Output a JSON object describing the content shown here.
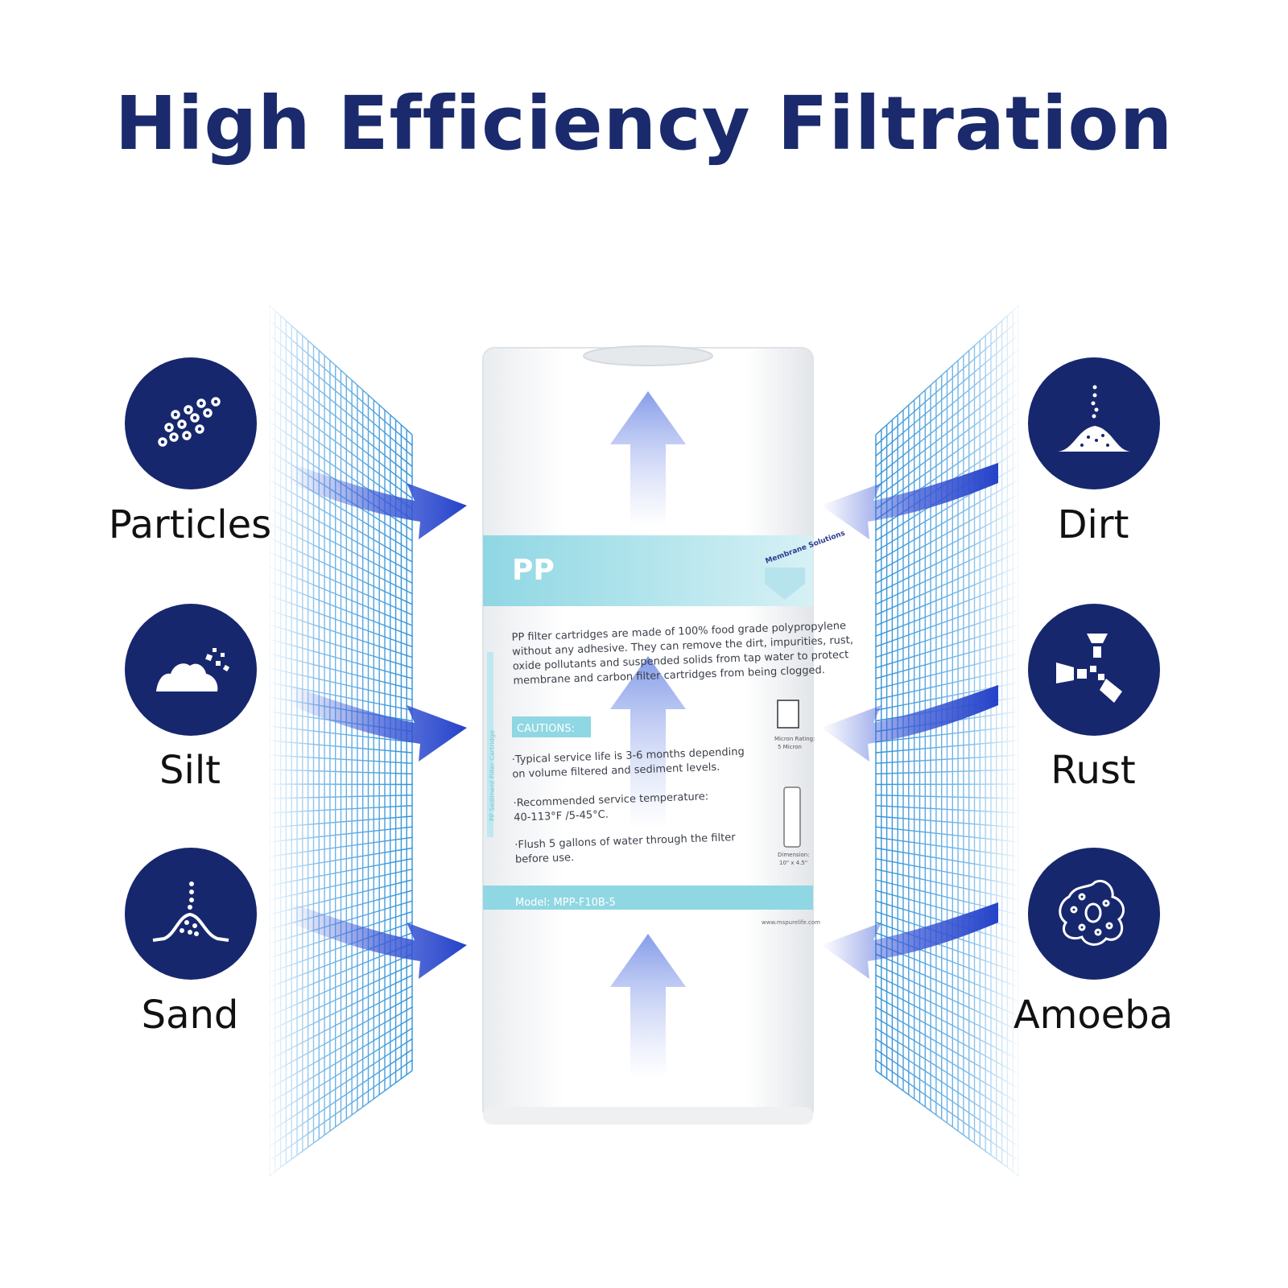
{
  "title": "High Efficiency Filtration",
  "colors": {
    "navy": "#17276e",
    "title": "#1a2a6c",
    "arrow": "#2f4fd0",
    "teal": "#7fd0dd",
    "mesh": "#2a8fd8"
  },
  "left_items": [
    {
      "label": "Particles",
      "icon": "particles-icon"
    },
    {
      "label": "Silt",
      "icon": "silt-icon"
    },
    {
      "label": "Sand",
      "icon": "sand-icon"
    }
  ],
  "right_items": [
    {
      "label": "Dirt",
      "icon": "dirt-icon"
    },
    {
      "label": "Rust",
      "icon": "rust-icon"
    },
    {
      "label": "Amoeba",
      "icon": "amoeba-icon"
    }
  ],
  "cartridge": {
    "type": "PP",
    "brand": "Membrane Solutions",
    "description": [
      "PP filter cartridges are made of 100% food grade polypropylene",
      "without any adhesive. They can remove the dirt, impurities, rust,",
      "oxide pollutants and suspended solids from tap water to protect",
      "membrane and carbon filter cartridges from being clogged."
    ],
    "cautions_title": "CAUTIONS:",
    "cautions": [
      [
        "·Typical service life is 3-6 months depending",
        "on volume filtered and sediment levels."
      ],
      [
        "·Recommended service temperature:",
        "40-113°F /5-45°C."
      ],
      [
        "·Flush 5 gallons of water through the filter",
        "before use."
      ]
    ],
    "side_text": "PP Sediment Filter Cartridge",
    "micron": [
      "Micron Rating:",
      "5 Micron"
    ],
    "dimension": [
      "Dimension:",
      "10\" x 4.5\""
    ],
    "model": "Model:  MPP-F10B-5",
    "website": "www.mspurelife.com"
  }
}
